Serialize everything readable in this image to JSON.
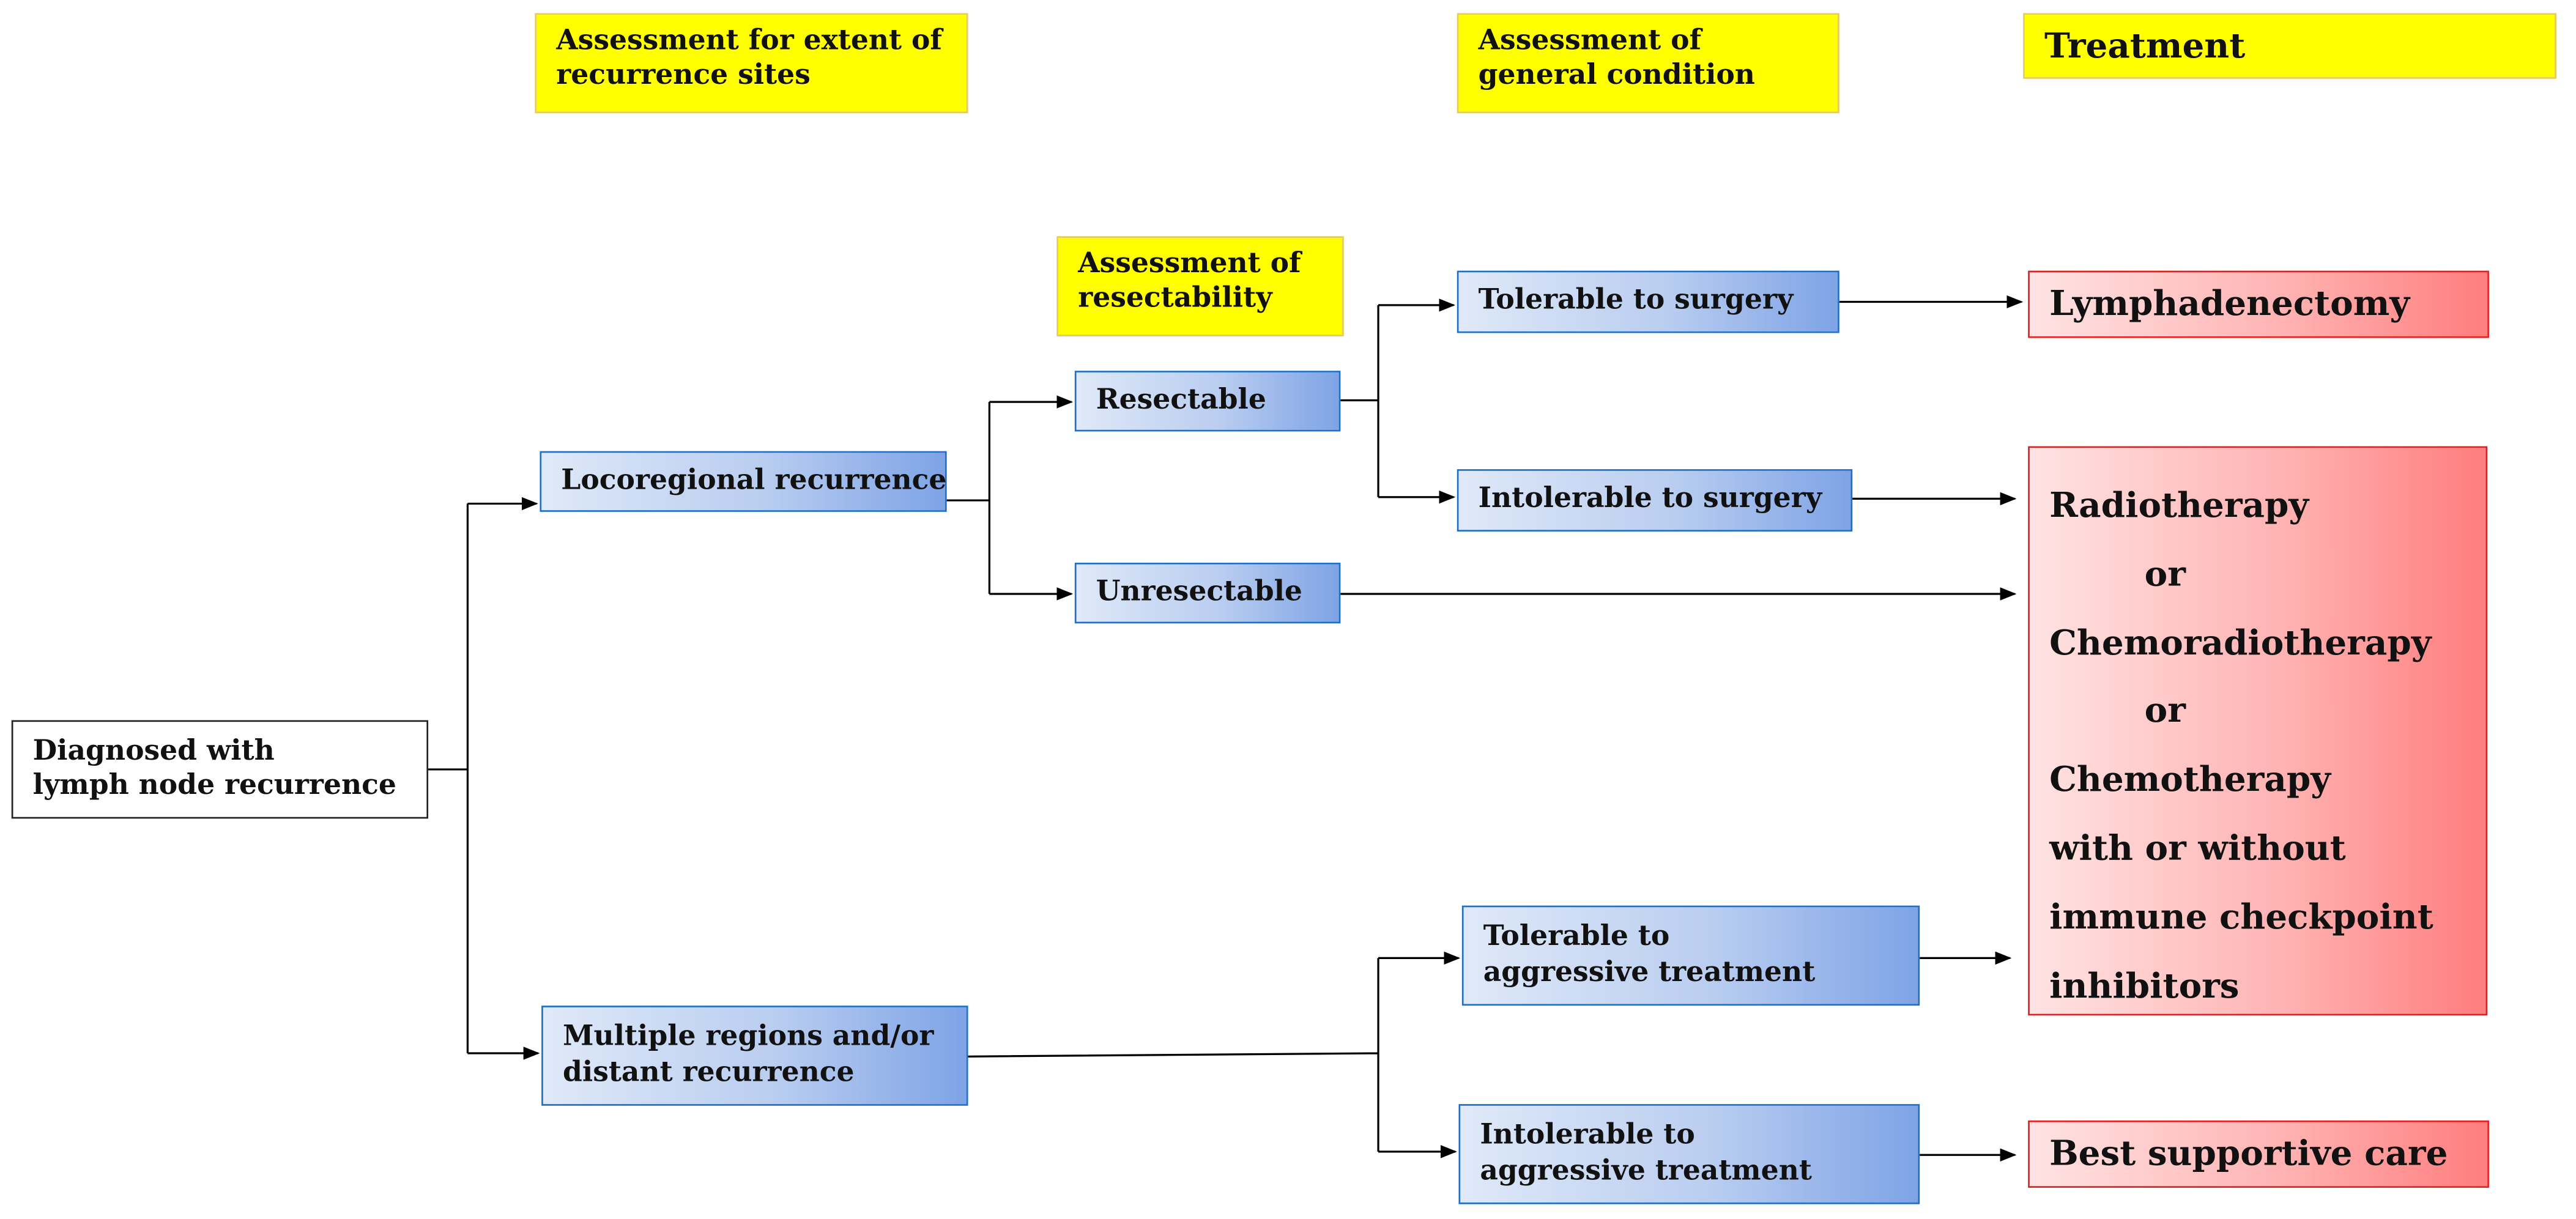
{
  "headers": {
    "extent": [
      "Assessment for extent of",
      "recurrence sites"
    ],
    "resectability": [
      "Assessment of",
      "resectability"
    ],
    "general": [
      "Assessment of",
      "general condition"
    ],
    "treatment": "Treatment"
  },
  "nodes": {
    "diagnosed": [
      "Diagnosed with",
      "lymph node recurrence"
    ],
    "locoregional": "Locoregional recurrence",
    "multiple": [
      "Multiple regions and/or",
      "distant recurrence"
    ],
    "resectable": "Resectable",
    "unresectable": "Unresectable",
    "tolerable_surgery": "Tolerable to surgery",
    "intolerable_surgery": "Intolerable to surgery",
    "tolerable_aggressive": [
      "Tolerable to",
      "aggressive treatment"
    ],
    "intolerable_aggressive": [
      "Intolerable to",
      "aggressive treatment"
    ]
  },
  "treatments": {
    "lymphadenectomy": "Lymphadenectomy",
    "radio_group": [
      "Radiotherapy",
      "or",
      "Chemoradiotherapy",
      "or",
      "Chemotherapy",
      "with or without",
      "immune checkpoint",
      "inhibitors"
    ],
    "supportive": "Best supportive care"
  }
}
